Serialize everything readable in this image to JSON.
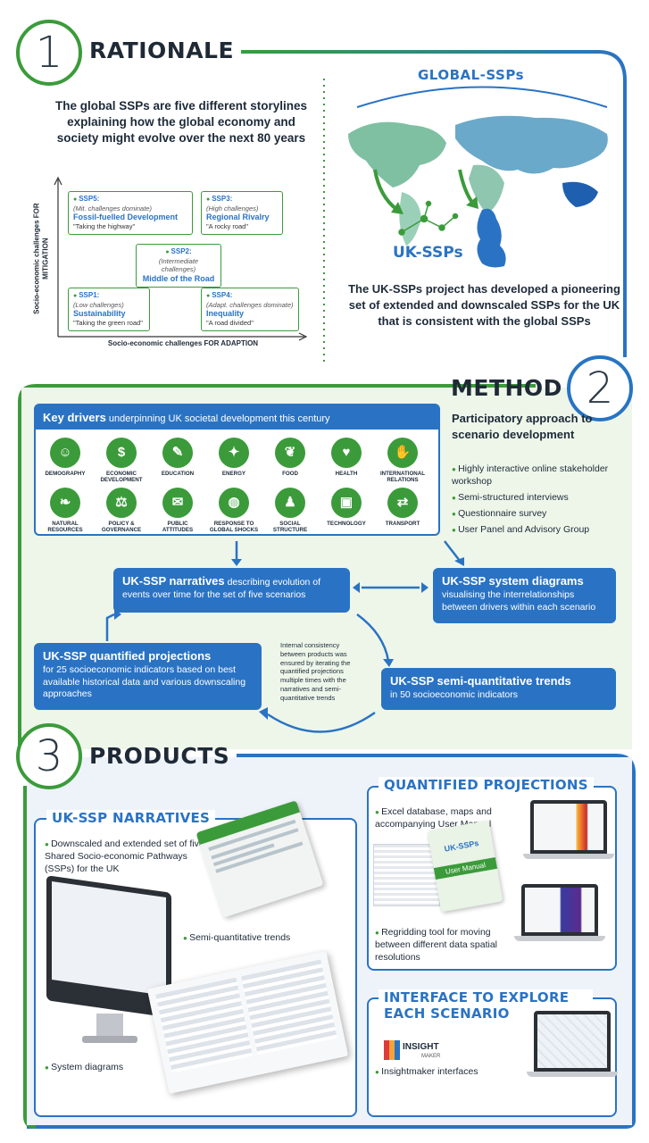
{
  "rationale": {
    "number": "1",
    "title": "RATIONALE",
    "intro": "The global SSPs are five different storylines explaining how the global economy and society might evolve over the next 80 years",
    "y_axis_label": "Socio-economic challenges FOR MITIGATION",
    "x_axis_label": "Socio-economic challenges FOR ADAPTION",
    "ssps": [
      {
        "code": "SSP5:",
        "challenge": "(Mit. challenges dominate)",
        "name": "Fossil-fuelled Development",
        "quote": "\"Taking the highway\""
      },
      {
        "code": "SSP3:",
        "challenge": "(High challenges)",
        "name": "Regional Rivalry",
        "quote": "\"A rocky road\""
      },
      {
        "code": "SSP2:",
        "challenge": "(Intermediate challenges)",
        "name": "Middle of the Road",
        "quote": ""
      },
      {
        "code": "SSP1:",
        "challenge": "(Low challenges)",
        "name": "Sustainability",
        "quote": "\"Taking the green road\""
      },
      {
        "code": "SSP4:",
        "challenge": "(Adapt. challenges dominate)",
        "name": "Inequality",
        "quote": "\"A road divided\""
      }
    ],
    "global_label": "GLOBAL-SSPs",
    "uk_label": "UK-SSPs",
    "project_text": "The UK-SSPs project has developed a pioneering set of extended and downscaled SSPs for the UK that is consistent with the global SSPs"
  },
  "method": {
    "number": "2",
    "title": "METHOD",
    "drivers_title_bold": "Key drivers",
    "drivers_title_rest": " underpinning UK societal development this century",
    "drivers": [
      {
        "label": "DEMOGRAPHY",
        "icon": "people-icon"
      },
      {
        "label": "ECONOMIC DEVELOPMENT",
        "icon": "money-icon"
      },
      {
        "label": "EDUCATION",
        "icon": "education-icon"
      },
      {
        "label": "ENERGY",
        "icon": "energy-icon"
      },
      {
        "label": "FOOD",
        "icon": "food-icon"
      },
      {
        "label": "HEALTH",
        "icon": "health-icon"
      },
      {
        "label": "INTERNATIONAL RELATIONS",
        "icon": "handshake-icon"
      },
      {
        "label": "NATURAL RESOURCES",
        "icon": "leaf-icon"
      },
      {
        "label": "POLICY & GOVERNANCE",
        "icon": "policy-icon"
      },
      {
        "label": "PUBLIC ATTITUDES",
        "icon": "speech-icon"
      },
      {
        "label": "RESPONSE TO GLOBAL SHOCKS",
        "icon": "globe-icon"
      },
      {
        "label": "SOCIAL STRUCTURE",
        "icon": "social-icon"
      },
      {
        "label": "TECHNOLOGY",
        "icon": "computer-icon"
      },
      {
        "label": "TRANSPORT",
        "icon": "transport-icon"
      }
    ],
    "participatory_title": "Participatory approach to scenario development",
    "participatory_items": [
      "Highly interactive online stakeholder workshop",
      "Semi-structured interviews",
      "Questionnaire survey",
      "User Panel and Advisory Group"
    ],
    "narratives_bold": "UK-SSP narratives",
    "narratives_rest": " describing evolution of events over time for the set of five scenarios",
    "system_bold": "UK-SSP system diagrams",
    "system_rest": "visualising the interrelationships between drivers within each scenario",
    "quantified_bold": "UK-SSP quantified projections",
    "quantified_rest": "for 25 socioeconomic indicators based on best available historical data and various downscaling approaches",
    "semi_bold": "UK-SSP semi-quantitative trends",
    "semi_rest": "in 50 socioeconomic indicators",
    "consistency_note": "Internal consistency between products was ensured by iterating the quantified projections multiple times with the narratives and semi-quantitative trends"
  },
  "products": {
    "number": "3",
    "title": "PRODUCTS",
    "narratives_title": "UK-SSP NARRATIVES",
    "narratives_bullet": "Downscaled and extended set of five Shared Socio-economic Pathways (SSPs) for the UK",
    "semi_label": "Semi-quantitative trends",
    "system_label": "System diagrams",
    "quant_title": "QUANTIFIED PROJECTIONS",
    "quant_bullet1": "Excel database, maps and accompanying User Manual",
    "quant_bullet2": "Regridding tool for moving between different data spatial resolutions",
    "manual_logo": "UK-SSPs",
    "manual_label": "User Manual",
    "interface_title": "INTERFACE TO EXPLORE EACH SCENARIO",
    "insight_logo": "INSIGHT",
    "insight_sub": "MAKER",
    "interface_bullet": "Insightmaker interfaces"
  }
}
